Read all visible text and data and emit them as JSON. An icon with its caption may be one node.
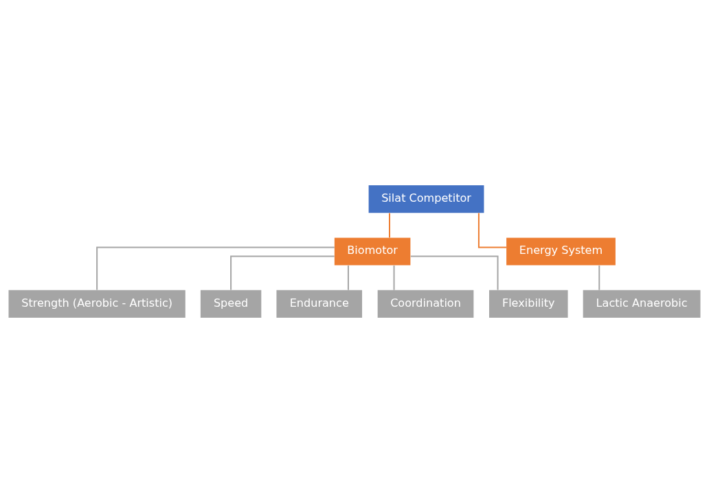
{
  "diagram": {
    "nodes": [
      {
        "text": [
          "Silat Competitor"
        ]
      },
      {
        "text": [
          "Biomotor"
        ]
      },
      {
        "text": [
          "Energy System"
        ]
      },
      {
        "text": [
          "Strength (Aerobic - Artistic)"
        ]
      },
      {
        "text": [
          "Speed"
        ]
      },
      {
        "text": [
          "Endurance"
        ]
      },
      {
        "text": [
          "Coordination"
        ]
      },
      {
        "text": [
          "Flexibility"
        ]
      },
      {
        "text": [
          "Lactic Anaerobic"
        ]
      }
    ],
    "edges": [
      {
        "from": 0,
        "to": 1,
        "arrow": "none",
        "color": "#ed7d31"
      },
      {
        "from": 0,
        "to": 2,
        "arrow": "none",
        "color": "#ed7d31"
      },
      {
        "from": 1,
        "to": 3,
        "arrow": "none"
      },
      {
        "from": 1,
        "to": 4,
        "arrow": "none"
      },
      {
        "from": 1,
        "to": 5,
        "arrow": "none"
      },
      {
        "from": 1,
        "to": 6,
        "arrow": "none"
      },
      {
        "from": 1,
        "to": 7,
        "arrow": "none"
      },
      {
        "from": 2,
        "to": 8,
        "arrow": "none"
      }
    ]
  }
}
